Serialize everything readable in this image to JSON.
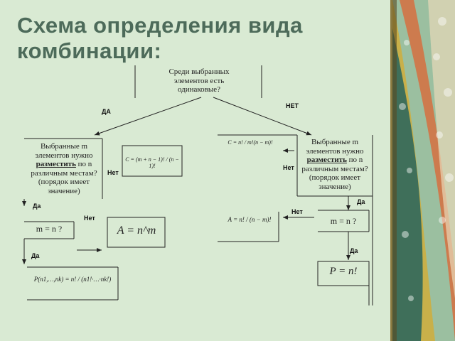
{
  "title": "Схема определения вида комбинации:",
  "top_question": "Среди выбранных элементов есть одинаковые?",
  "labels": {
    "yes_top": "ДА",
    "no_top": "НЕТ",
    "no": "Нет",
    "yes": "Да"
  },
  "left_question": {
    "before": "Выбранные m элементов нужно",
    "keyword": "разместить",
    "after": "по n различным местам? (порядок имеет значение)"
  },
  "right_question": {
    "before": "Выбранные m элементов нужно",
    "keyword": "разместить",
    "after": "по n различным местам? (порядок имеет значение)"
  },
  "conditions": {
    "left": "m = n ?",
    "right": "m = n ?"
  },
  "formulas": {
    "comb_rep": "C = (m + n − 1)! / (n − 1)!",
    "arr_rep": "A = n^m",
    "perm_rep": "P(n1,…,nk) = n! / (n1!·…·nk!)",
    "comb": "C = n! / m!(n − m)!",
    "arr": "A = n! / (n − m)!",
    "perm": "P = n!"
  }
}
